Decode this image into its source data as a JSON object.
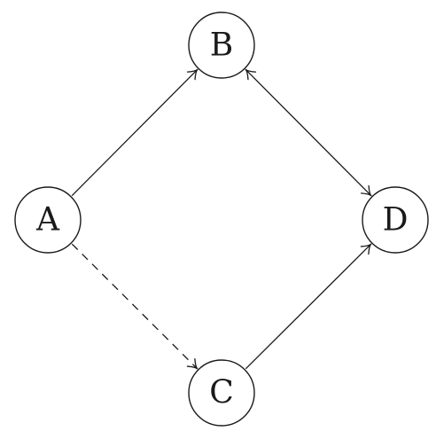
{
  "nodes": [
    {
      "id": "A",
      "label": "A"
    },
    {
      "id": "B",
      "label": "B"
    },
    {
      "id": "C",
      "label": "C"
    },
    {
      "id": "D",
      "label": "D"
    }
  ],
  "edges": [
    {
      "from": "A",
      "to": "B",
      "style": "solid",
      "direction": "forward"
    },
    {
      "from": "B",
      "to": "D",
      "style": "solid",
      "direction": "both"
    },
    {
      "from": "A",
      "to": "C",
      "style": "dashed",
      "direction": "forward"
    },
    {
      "from": "C",
      "to": "D",
      "style": "solid",
      "direction": "forward"
    }
  ],
  "colors": {
    "stroke": "#1a1a1a",
    "background": "#ffffff"
  }
}
